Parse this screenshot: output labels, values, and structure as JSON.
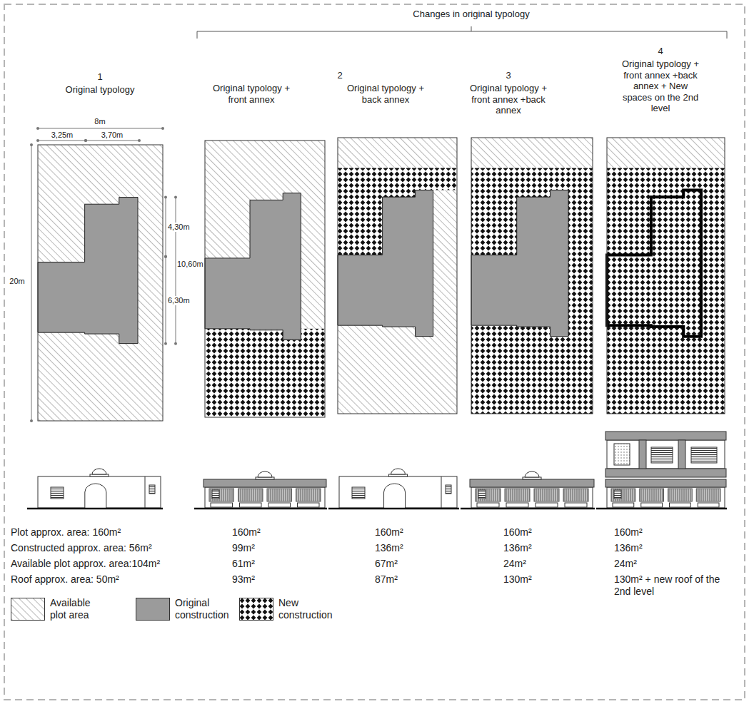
{
  "diagram": {
    "labels": [
      "Changes in original typology",
      "1",
      "Original typology",
      "2",
      "Original typology + front annex",
      "Original typology + back annex",
      "3",
      "Original typology + front annex +back annex",
      "4",
      "Original typology + front annex +back annex + New spaces on the 2nd level",
      "8m",
      "3,25m",
      "3,70m",
      "20m",
      "4,30m",
      "6,30m",
      "10,60m",
      "Plot approx. area: 160m²",
      "Constructed approx. area: 56m²",
      "Available plot approx. area:104m²",
      "Roof approx. area: 50m²",
      "160m²",
      "99m²",
      "61m²",
      "93m²",
      "160m²",
      "136m²",
      "67m²",
      "87m²",
      "160m²",
      "136m²",
      "24m²",
      "130m²",
      "160m²",
      "136m²",
      "24m²",
      "130m² + new roof of the 2nd level"
    ],
    "legend": [
      {
        "text": "Available plot area"
      },
      {
        "text": "Original construction",
        "color": "#9b9b9b"
      },
      {
        "text": "New construction"
      }
    ]
  }
}
